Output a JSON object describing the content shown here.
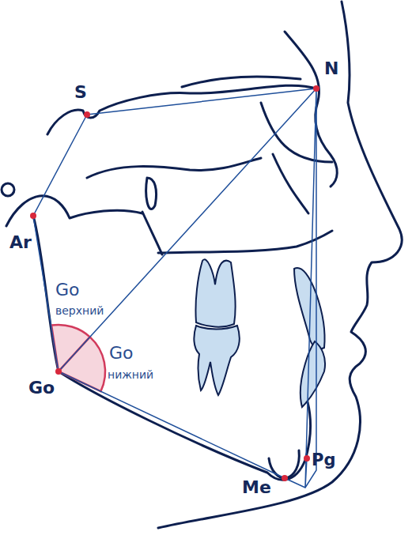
{
  "diagram": {
    "labels": [
      "S",
      "N",
      "Ar",
      "Go",
      "верхний",
      "Go",
      "нижний",
      "Go",
      "Me",
      "Pg"
    ]
  }
}
